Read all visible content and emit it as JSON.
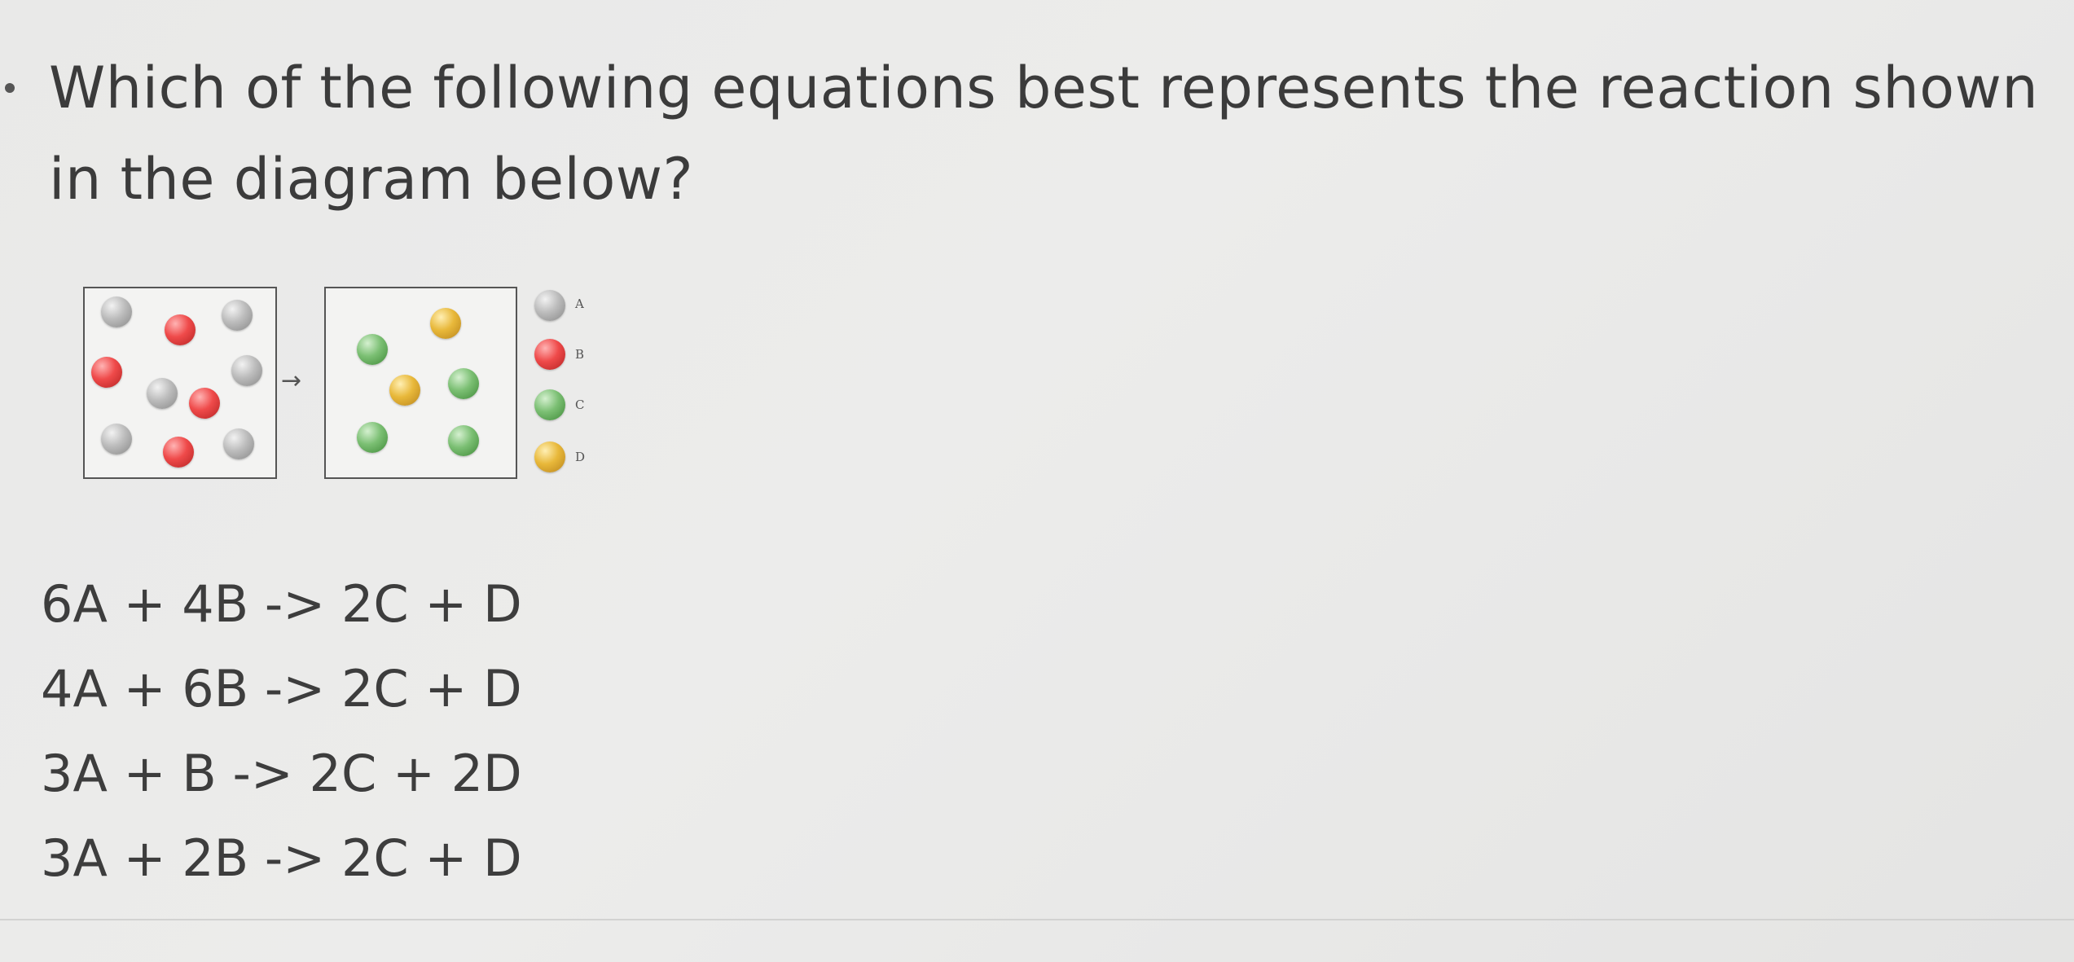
{
  "question": {
    "text": "Which of the following equations best represents the reaction shown in the diagram below?"
  },
  "diagram": {
    "arrow": "→",
    "legend": [
      {
        "label": "A",
        "color": "#b8b8b8"
      },
      {
        "label": "B",
        "color": "#e84545"
      },
      {
        "label": "C",
        "color": "#7bbf73"
      },
      {
        "label": "D",
        "color": "#e8b83a"
      }
    ]
  },
  "choices": [
    "6A + 4B -> 2C + D",
    "4A + 6B -> 2C + D",
    "3A + B -> 2C + 2D",
    "3A + 2B -> 2C + D"
  ],
  "colors": {
    "background": "#eaeae9",
    "text": "#3d3d3d"
  }
}
